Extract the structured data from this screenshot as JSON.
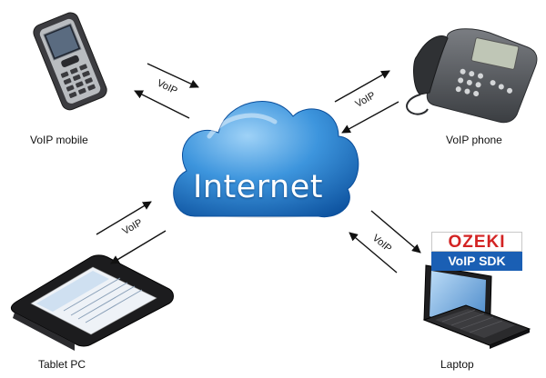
{
  "center": {
    "label": "Internet"
  },
  "devices": {
    "mobile": {
      "label": "VoIP mobile"
    },
    "phone": {
      "label": "VoIP phone"
    },
    "tablet": {
      "label": "Tablet PC"
    },
    "laptop": {
      "label": "Laptop"
    }
  },
  "links": {
    "mobile": "VoIP",
    "phone": "VoIP",
    "tablet": "VoIP",
    "laptop": "VoIP"
  },
  "logo": {
    "brand": "OZEKI",
    "product": "VoIP SDK",
    "brand_color": "#d32424",
    "product_bg": "#1a5fb4"
  },
  "colors": {
    "cloud": "#3a8fd9",
    "arrow": "#111111"
  }
}
